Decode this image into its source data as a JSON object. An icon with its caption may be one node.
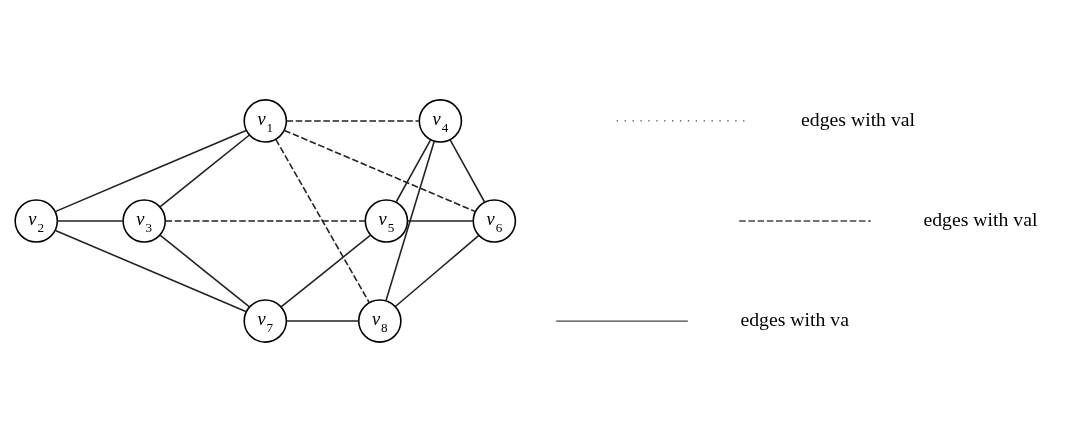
{
  "diagram": {
    "nodes": [
      {
        "text": [
          "*v*$_{1}$"
        ]
      },
      {
        "text": [
          "*v*$_{2}$"
        ]
      },
      {
        "text": [
          "*v*$_{3}$"
        ]
      },
      {
        "text": [
          "*v*$_{4}$"
        ]
      },
      {
        "text": [
          "*v*$_{5}$"
        ]
      },
      {
        "text": [
          "*v*$_{6}$"
        ]
      },
      {
        "text": [
          "*v*$_{7}$"
        ]
      },
      {
        "text": [
          "*v*$_{8}$"
        ]
      }
    ],
    "edges": [
      {
        "from": 0,
        "to": 3,
        "arrow": "none",
        "style": "dashed"
      },
      {
        "from": 0,
        "to": 5,
        "arrow": "none",
        "style": "dashed"
      },
      {
        "from": 0,
        "to": 7,
        "arrow": "none",
        "style": "dashed"
      },
      {
        "from": 0,
        "to": 1,
        "arrow": "none"
      },
      {
        "from": 0,
        "to": 2,
        "arrow": "none"
      },
      {
        "from": 1,
        "to": 2,
        "arrow": "none"
      },
      {
        "from": 2,
        "to": 4,
        "arrow": "none",
        "style": "dashed"
      },
      {
        "from": 1,
        "to": 6,
        "arrow": "none"
      },
      {
        "from": 2,
        "to": 6,
        "arrow": "none"
      },
      {
        "from": 3,
        "to": 4,
        "arrow": "none"
      },
      {
        "from": 3,
        "to": 5,
        "arrow": "none"
      },
      {
        "from": 3,
        "to": 7,
        "arrow": "none"
      },
      {
        "from": 4,
        "to": 5,
        "arrow": "none"
      },
      {
        "from": 4,
        "to": 6,
        "arrow": "none"
      },
      {
        "from": 5,
        "to": 7,
        "arrow": "none"
      },
      {
        "from": 6,
        "to": 7,
        "arrow": "none"
      }
    ],
    "legend": [
      {
        "text": "edges with val"
      },
      {
        "text": "edges with val"
      },
      {
        "text": "edges with va"
      }
    ]
  }
}
